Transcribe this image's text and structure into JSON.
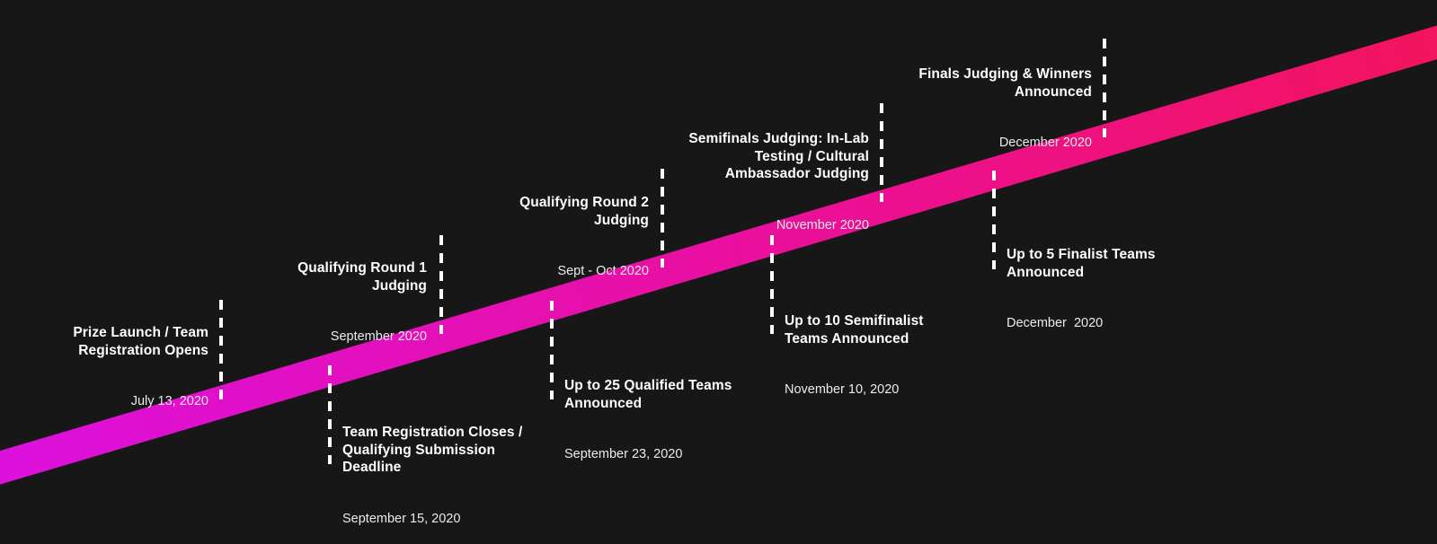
{
  "page": {
    "background_color": "#171717",
    "tick_color": "#ffffff"
  },
  "band": {
    "description": "diagonal timeline ribbon rising from bottom-left to top-right",
    "gradient_start": "#db11df",
    "gradient_mid": "#ea0f9b",
    "gradient_end": "#f31456"
  },
  "milestones": [
    {
      "id": "prize-launch",
      "side": "above",
      "title": "Prize Launch / Team\nRegistration Opens",
      "date": "July 13, 2020"
    },
    {
      "id": "registration-closes",
      "side": "below",
      "title": "Team Registration Closes /\nQualifying Submission\nDeadline",
      "date": "September 15, 2020"
    },
    {
      "id": "qualifying-round-1",
      "side": "above",
      "title": "Qualifying Round 1\nJudging",
      "date": "September 2020"
    },
    {
      "id": "qualified-teams",
      "side": "below",
      "title": "Up to 25 Qualified Teams\nAnnounced",
      "date": "September 23, 2020"
    },
    {
      "id": "qualifying-round-2",
      "side": "above",
      "title": "Qualifying Round 2\nJudging",
      "date": "Sept - Oct 2020"
    },
    {
      "id": "semifinalist-teams",
      "side": "below",
      "title": "Up to 10 Semifinalist\nTeams Announced",
      "date": "November 10, 2020"
    },
    {
      "id": "semifinals-judging",
      "side": "above",
      "title": "Semifinals Judging: In-Lab\nTesting / Cultural\nAmbassador Judging",
      "date": "November 2020"
    },
    {
      "id": "finalist-teams",
      "side": "below",
      "title": "Up to 5 Finalist Teams\nAnnounced",
      "date": "December  2020"
    },
    {
      "id": "finals-judging",
      "side": "above",
      "title": "Finals Judging & Winners\nAnnounced",
      "date": "December 2020"
    }
  ]
}
